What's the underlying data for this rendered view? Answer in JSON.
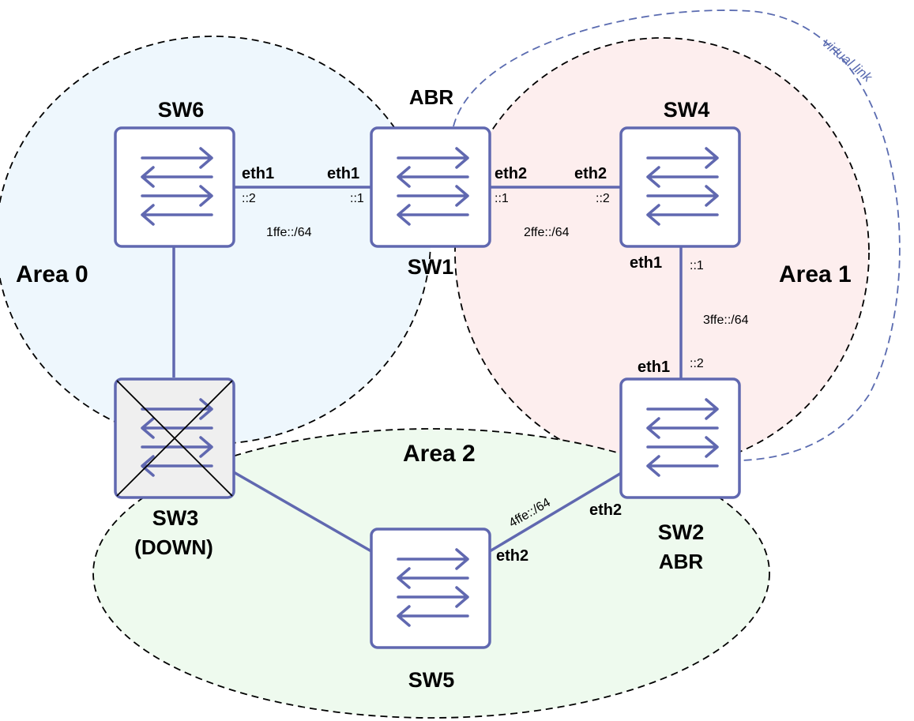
{
  "areas": [
    {
      "id": "area0",
      "label": "Area 0",
      "fill": "#eef7fd"
    },
    {
      "id": "area1",
      "label": "Area 1",
      "fill": "#fdeeee"
    },
    {
      "id": "area2",
      "label": "Area 2",
      "fill": "#eefaee"
    }
  ],
  "virtual_link": {
    "label": "virtual link",
    "color": "#5a6bb0"
  },
  "switches": {
    "sw6": {
      "name": "SW6"
    },
    "sw1": {
      "name": "SW1",
      "role": "ABR"
    },
    "sw4": {
      "name": "SW4"
    },
    "sw3": {
      "name": "SW3",
      "status": "(DOWN)"
    },
    "sw2": {
      "name": "SW2",
      "role": "ABR"
    },
    "sw5": {
      "name": "SW5"
    }
  },
  "links": {
    "sw6_sw1": {
      "network": "1ffe::/64",
      "a_if": "eth1",
      "a_addr": "::2",
      "b_if": "eth1",
      "b_addr": "::1"
    },
    "sw1_sw4": {
      "network": "2ffe::/64",
      "a_if": "eth2",
      "a_addr": "::1",
      "b_if": "eth2",
      "b_addr": "::2"
    },
    "sw4_sw2": {
      "network": "3ffe::/64",
      "a_if": "eth1",
      "a_addr": "::1",
      "b_if": "eth1",
      "b_addr": "::2"
    },
    "sw5_sw2": {
      "network": "4ffe::/64",
      "a_if": "eth2",
      "b_if": "eth2"
    }
  },
  "colors": {
    "link": "#6068b0",
    "area_border": "#000000"
  }
}
